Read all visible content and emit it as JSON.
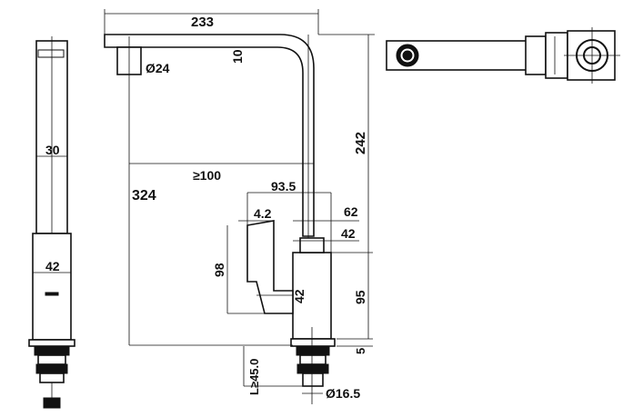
{
  "dimensions": {
    "spout_reach": "233",
    "spout_height": "10",
    "outlet_diameter": "Ø24",
    "total_height": "242",
    "side_width_30": "30",
    "clearance_100": "≥100",
    "height_324": "324",
    "body_offset_93_5": "93.5",
    "handle_4_2": "4.2",
    "body_62": "62",
    "body_42_top": "42",
    "side_42": "42",
    "handle_height_98": "98",
    "body_42_vertical": "42",
    "body_height_95": "95",
    "base_5": "5",
    "shank_length": "L≥45.0",
    "shank_diameter": "Ø16.5"
  },
  "colors": {
    "line": "#111111",
    "background": "#ffffff"
  }
}
